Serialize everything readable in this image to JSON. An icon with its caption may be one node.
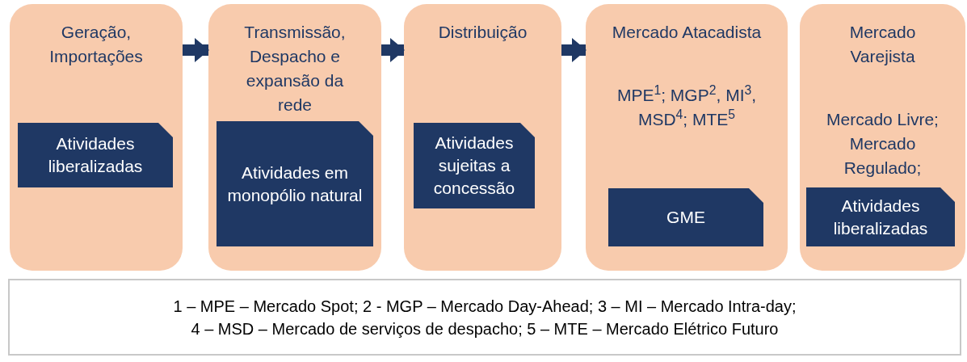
{
  "diagram": {
    "nodes": [
      {
        "text": [
          "Geração, Importações"
        ]
      },
      {
        "text": [
          "Atividades liberalizadas"
        ],
        "in": 0
      },
      {
        "text": [
          "Transmissão, Despacho e expansão da rede"
        ]
      },
      {
        "text": [
          "Atividades em monopólio natural"
        ],
        "in": 2
      },
      {
        "text": [
          "Distribuição"
        ]
      },
      {
        "text": [
          "Atividades sujeitas a concessão"
        ],
        "in": 4
      },
      {
        "text": [
          "Mercado Atacadista",
          "MPE$^{1}$; MGP$^{2}$, MI$^{3}$, MSD$^{4}$; MTE$^{5}$"
        ]
      },
      {
        "text": [
          "GME"
        ],
        "in": 6
      },
      {
        "text": [
          "Mercado Varejista",
          "Mercado Livre; Mercado Regulado;"
        ]
      },
      {
        "text": [
          "Atividades liberalizadas"
        ],
        "in": 8
      },
      {
        "text": [
          "1 – MPE – Mercado Spot; 2 - MGP – Mercado Day-Ahead; 3 – MI – Mercado Intra-day;",
          "4 – MSD – Mercado de serviços de despacho; 5 – MTE – Mercado Elétrico Futuro"
        ]
      }
    ],
    "edges": [
      {
        "from": 0,
        "to": 2,
        "arrow": "to"
      },
      {
        "from": 2,
        "to": 4,
        "arrow": "to"
      },
      {
        "from": 4,
        "to": 6,
        "arrow": "to"
      }
    ]
  }
}
